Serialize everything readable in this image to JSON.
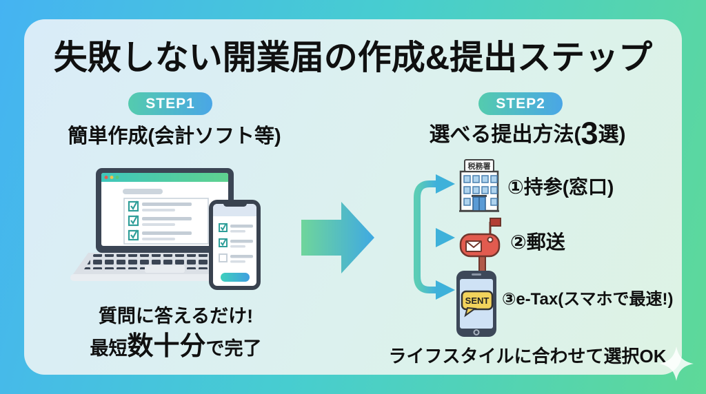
{
  "title": "失敗しない開業届の作成&提出ステップ",
  "step1": {
    "badge": "STEP1",
    "subtitle": "簡単作成(会計ソフト等)",
    "caption_line1": "質問に答えるだけ!",
    "caption_line2": {
      "prefix": "最短",
      "emphasis": "数十分",
      "suffix": "で完了"
    }
  },
  "step2": {
    "badge": "STEP2",
    "subtitle": {
      "prefix": "選べる提出方法(",
      "emphasis": "3",
      "suffix": "選)"
    },
    "options": [
      {
        "label": "①持参(窓口)"
      },
      {
        "label": "②郵送"
      },
      {
        "label": "③e-Tax(スマホで最速!)"
      }
    ],
    "caption": "ライフスタイルに合わせて選択OK"
  },
  "icons": {
    "tax_office_sign": "税務署",
    "sent_badge": "SENT"
  },
  "colors": {
    "background_blue": "#45b3f2",
    "background_teal": "#47cdd0",
    "background_green": "#5ed998",
    "card_light_blue": "#d9ecf8",
    "card_light_green": "#ddf3e4",
    "badge_gradient_start": "#54cbae",
    "badge_gradient_end": "#4aa6e6",
    "arrow_gradient_start": "#6fd59b",
    "arrow_gradient_end": "#3fa9e2",
    "connector_cyan": "#3eb1da",
    "check_teal": "#2f9e99",
    "mailbox_red": "#e25b4f",
    "sent_bubble_yellow": "#f2d35c",
    "text_black": "#101010"
  }
}
